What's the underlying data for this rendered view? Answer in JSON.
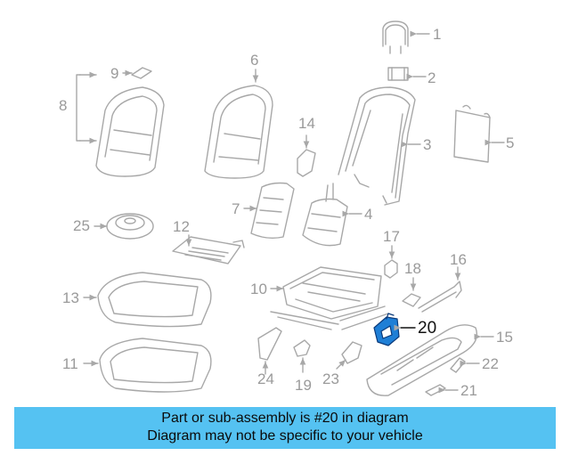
{
  "highlight_color": "#1f7fd6",
  "banner_color": "#55c2f2",
  "callouts": [
    {
      "id": "1",
      "label": "1"
    },
    {
      "id": "2",
      "label": "2"
    },
    {
      "id": "3",
      "label": "3"
    },
    {
      "id": "4",
      "label": "4"
    },
    {
      "id": "5",
      "label": "5"
    },
    {
      "id": "6",
      "label": "6"
    },
    {
      "id": "7",
      "label": "7"
    },
    {
      "id": "8",
      "label": "8"
    },
    {
      "id": "9",
      "label": "9"
    },
    {
      "id": "10",
      "label": "10"
    },
    {
      "id": "11",
      "label": "11"
    },
    {
      "id": "12",
      "label": "12"
    },
    {
      "id": "13",
      "label": "13"
    },
    {
      "id": "14",
      "label": "14"
    },
    {
      "id": "15",
      "label": "15"
    },
    {
      "id": "16",
      "label": "16"
    },
    {
      "id": "17",
      "label": "17"
    },
    {
      "id": "18",
      "label": "18"
    },
    {
      "id": "19",
      "label": "19"
    },
    {
      "id": "20",
      "label": "20"
    },
    {
      "id": "21",
      "label": "21"
    },
    {
      "id": "22",
      "label": "22"
    },
    {
      "id": "23",
      "label": "23"
    },
    {
      "id": "24",
      "label": "24"
    },
    {
      "id": "25",
      "label": "25"
    }
  ],
  "banner": {
    "line1": "Part or sub-assembly is #20 in diagram",
    "line2": "Diagram may not be specific to your vehicle"
  }
}
